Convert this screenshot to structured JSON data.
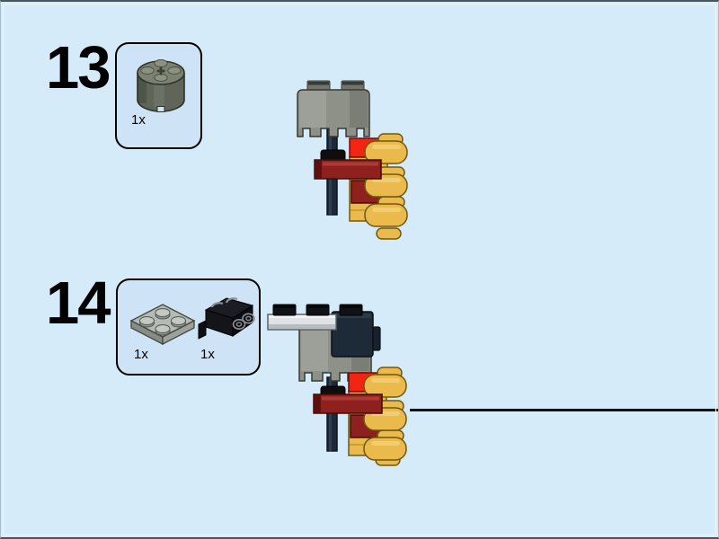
{
  "page": {
    "type": "lego-building-instructions-page",
    "background_color": "#d6ebfa",
    "panel_fill": "#cfe3f6"
  },
  "steps": [
    {
      "number": "13",
      "parts": [
        {
          "name": "round brick 2x2 dark gray",
          "icon": "round-brick-2x2-icon",
          "count": "1x"
        }
      ],
      "assembly": "torch pole with gray turntable top, dark red crossbar, red bricks and yellow flames"
    },
    {
      "number": "14",
      "parts": [
        {
          "name": "plate 2x2 light gray",
          "icon": "plate-2x2-icon",
          "count": "1x"
        },
        {
          "name": "bracket 1x2 black",
          "icon": "bracket-1x2-icon",
          "count": "1x"
        }
      ],
      "assembly": "same torch with light gray plate and black bracket added on top"
    }
  ],
  "divider": {
    "color": "#101010"
  },
  "colors": {
    "bg": "#d6ebfa",
    "panel": "#cfe3f6",
    "ink": "#000000",
    "page-edge": "#46555f",
    "page-side": "#a9bfcc",
    "page-inner-line": "#f3fafe",
    "gray-body": "#8d9187",
    "gray-outline": "#383b33",
    "stud": "#70746a",
    "navy": "#1c2a37",
    "navy-dark": "#0d151d",
    "navy-hi": "#3a4c5c",
    "collar": "#0e0e0e",
    "red": "#f32411",
    "red-outline": "#6e100a",
    "maroon": "#8e211e",
    "maroon-dark": "#5c110f",
    "maroon-outline": "#430c0a",
    "maroon-hi": "#c4504c",
    "yellow": "#eaba4d",
    "yellow-hi": "#f7d98c",
    "yellow-outline": "#6f5911",
    "plate-white": "#dfe3e6",
    "plate-white-dark": "#b6bcc1",
    "plate-outline": "#54595d",
    "navy-block": "#1d2b39",
    "black-part": "#111216",
    "part-highlight": "#8a9096",
    "round-top": "#7b8272",
    "round-body": "#5f6557",
    "round-outline": "#2e332a",
    "plate-top": "#b4bbb4",
    "plate-left": "#868d86",
    "plate-right": "#9ba29b",
    "plate-gray-outline": "#43483f",
    "line": "#101010"
  }
}
